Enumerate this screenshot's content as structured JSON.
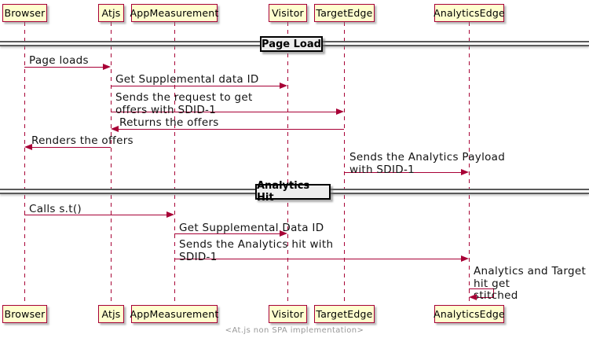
{
  "diagram_type": "sequence-diagram",
  "participants": [
    {
      "name": "Browser"
    },
    {
      "name": "Atjs"
    },
    {
      "name": "AppMeasurement"
    },
    {
      "name": "Visitor"
    },
    {
      "name": "TargetEdge"
    },
    {
      "name": "AnalyticsEdge"
    }
  ],
  "dividers": [
    {
      "label": "Page Load"
    },
    {
      "label": "Analytics Hit"
    }
  ],
  "messages": [
    {
      "from": "Browser",
      "to": "Atjs",
      "text": "Page loads"
    },
    {
      "from": "Atjs",
      "to": "Visitor",
      "text": "Get Supplemental data ID"
    },
    {
      "from": "Atjs",
      "to": "TargetEdge",
      "text": "Sends the request to get\noffers with SDID-1"
    },
    {
      "from": "TargetEdge",
      "to": "Atjs",
      "text": "Returns the offers"
    },
    {
      "from": "Atjs",
      "to": "Browser",
      "text": "Renders the offers"
    },
    {
      "from": "TargetEdge",
      "to": "AnalyticsEdge",
      "text": "Sends the Analytics Payload\nwith SDID-1"
    },
    {
      "from": "Browser",
      "to": "AppMeasurement",
      "text": "Calls s.t()"
    },
    {
      "from": "AppMeasurement",
      "to": "Visitor",
      "text": "Get Supplemental Data ID"
    },
    {
      "from": "AppMeasurement",
      "to": "AnalyticsEdge",
      "text": "Sends the Analytics hit with\nSDID-1"
    },
    {
      "from": "AnalyticsEdge",
      "to": "AnalyticsEdge",
      "text": "Analytics and Target hit get\nstitched"
    }
  ],
  "footer": "<At.js non SPA implementation>",
  "colors": {
    "participant_fill": "#FEFECE",
    "participant_border": "#A80036",
    "arrow": "#A80036",
    "lifeline": "#A80036",
    "divider_fill": "#EEEEEE",
    "divider_border": "#000000",
    "footer_text": "#999999",
    "background": "#FFFFFF"
  }
}
